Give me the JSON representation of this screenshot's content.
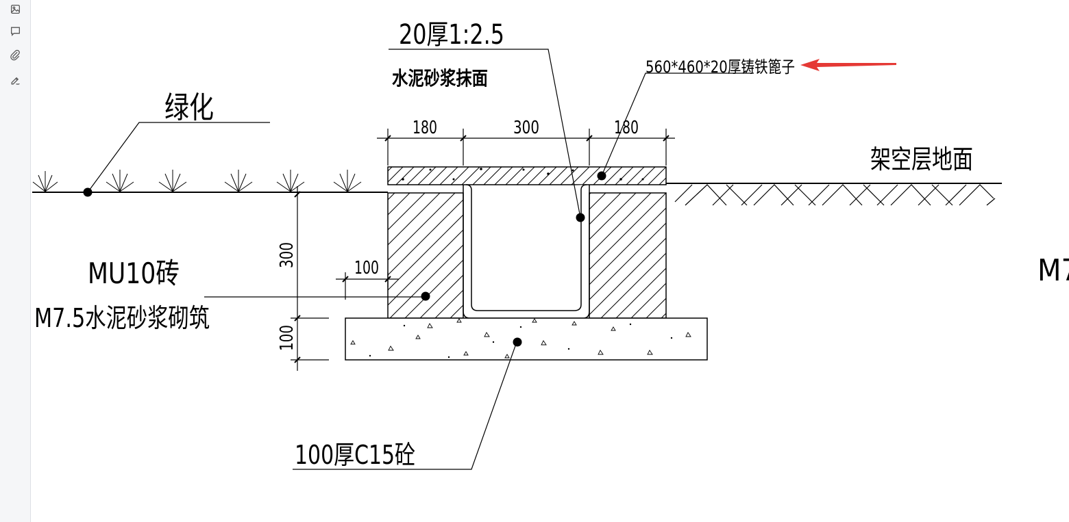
{
  "toolbar": {
    "tools": [
      {
        "icon": "image-icon"
      },
      {
        "icon": "comment-icon"
      },
      {
        "icon": "paperclip-icon"
      },
      {
        "icon": "signature-pen-icon"
      }
    ]
  },
  "drawing": {
    "labels": {
      "plaster_thickness": "20厚1:2.5",
      "plaster_material": "水泥砂浆抹面",
      "cover": "560*460*20厚铸铁篦子",
      "greening": "绿化",
      "ground": "架空层地面",
      "brick": "MU10砖",
      "mortar": "M7.5水泥砂浆砌筑",
      "concrete": "100厚C15砼",
      "cut_text": "M7"
    },
    "dimensions": {
      "wall_left": "180",
      "channel_width": "300",
      "wall_right": "180",
      "depth": "300",
      "base_thickness": "100",
      "offset": "100"
    },
    "colors": {
      "line": "#000000",
      "arrow": "#e53935"
    }
  }
}
